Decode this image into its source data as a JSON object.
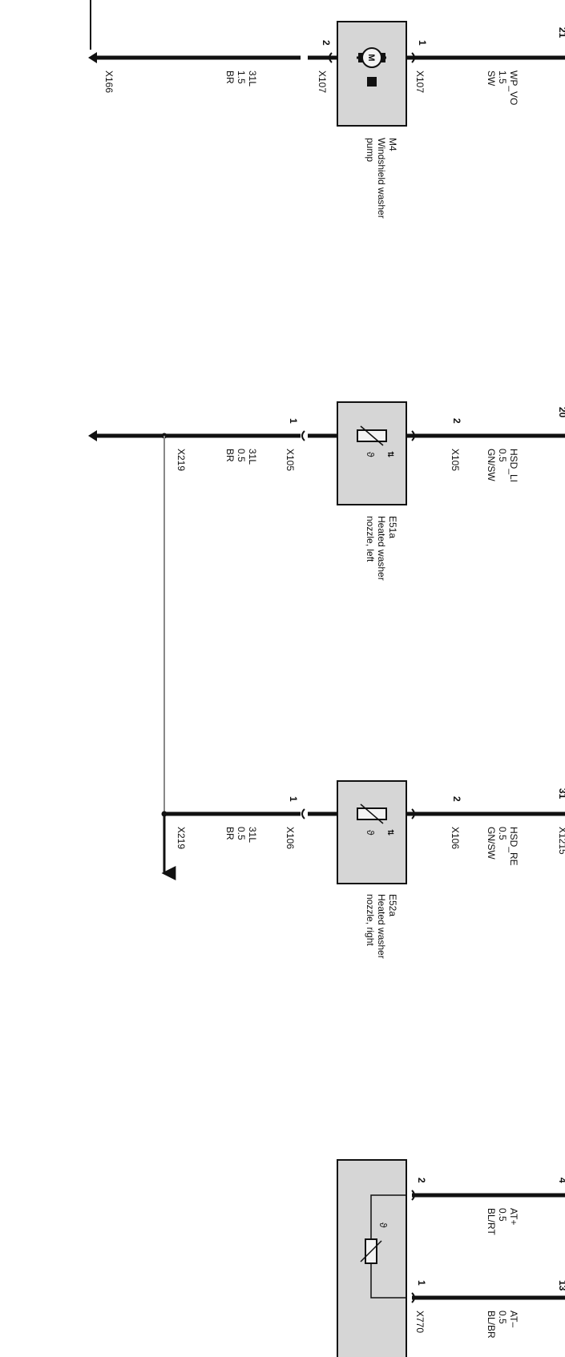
{
  "colors": {
    "wire": "#111111",
    "component_fill": "#d6d6d6",
    "ground_link": "#888888",
    "background": "#ffffff"
  },
  "components": {
    "m4": {
      "id": "M4",
      "name_line1": "Windshield washer",
      "name_line2": "pump",
      "pin_left": "2",
      "pin_right": "1",
      "icon": "motor-icon",
      "connector_left": "X107",
      "connector_right": "X107",
      "wire_left": [
        "31L",
        "1.5",
        "BR"
      ],
      "wire_right": [
        "WP_VO",
        "1.5",
        "SW"
      ],
      "ground_connector": "X166",
      "edge_pin": "21"
    },
    "e51a": {
      "id": "E51a",
      "name_line1": "Heated washer",
      "name_line2": "nozzle, left",
      "pin_left": "1",
      "pin_right": "2",
      "icon": "ptc-heater-icon",
      "connector_left": "X105",
      "connector_right": "X105",
      "wire_left": [
        "31L",
        "0.5",
        "BR"
      ],
      "wire_right": [
        "HSD_LI",
        "0.5",
        "GN/SW"
      ],
      "splice": "X219",
      "edge_pin": "20"
    },
    "e52a": {
      "id": "E52a",
      "name_line1": "Heated washer",
      "name_line2": "nozzle, right",
      "pin_left": "1",
      "pin_right": "2",
      "icon": "ptc-heater-icon",
      "connector_left": "X106",
      "connector_right": "X106",
      "wire_left": [
        "31L",
        "0.5",
        "BR"
      ],
      "wire_right": [
        "HSD_RE",
        "0.5",
        "GN/SW"
      ],
      "splice": "X219",
      "edge_pin": "31",
      "edge_connector": "X1215"
    },
    "sensor": {
      "pin_left": "2",
      "pin_right": "1",
      "icon": "ntc-sensor-icon",
      "connector_right": "X770",
      "wire_left": [
        "AT+",
        "0.5",
        "BL/RT"
      ],
      "wire_right": [
        "AT–",
        "0.5",
        "BL/BR"
      ],
      "edge_pin_left": "4",
      "edge_pin_right": "13"
    }
  }
}
